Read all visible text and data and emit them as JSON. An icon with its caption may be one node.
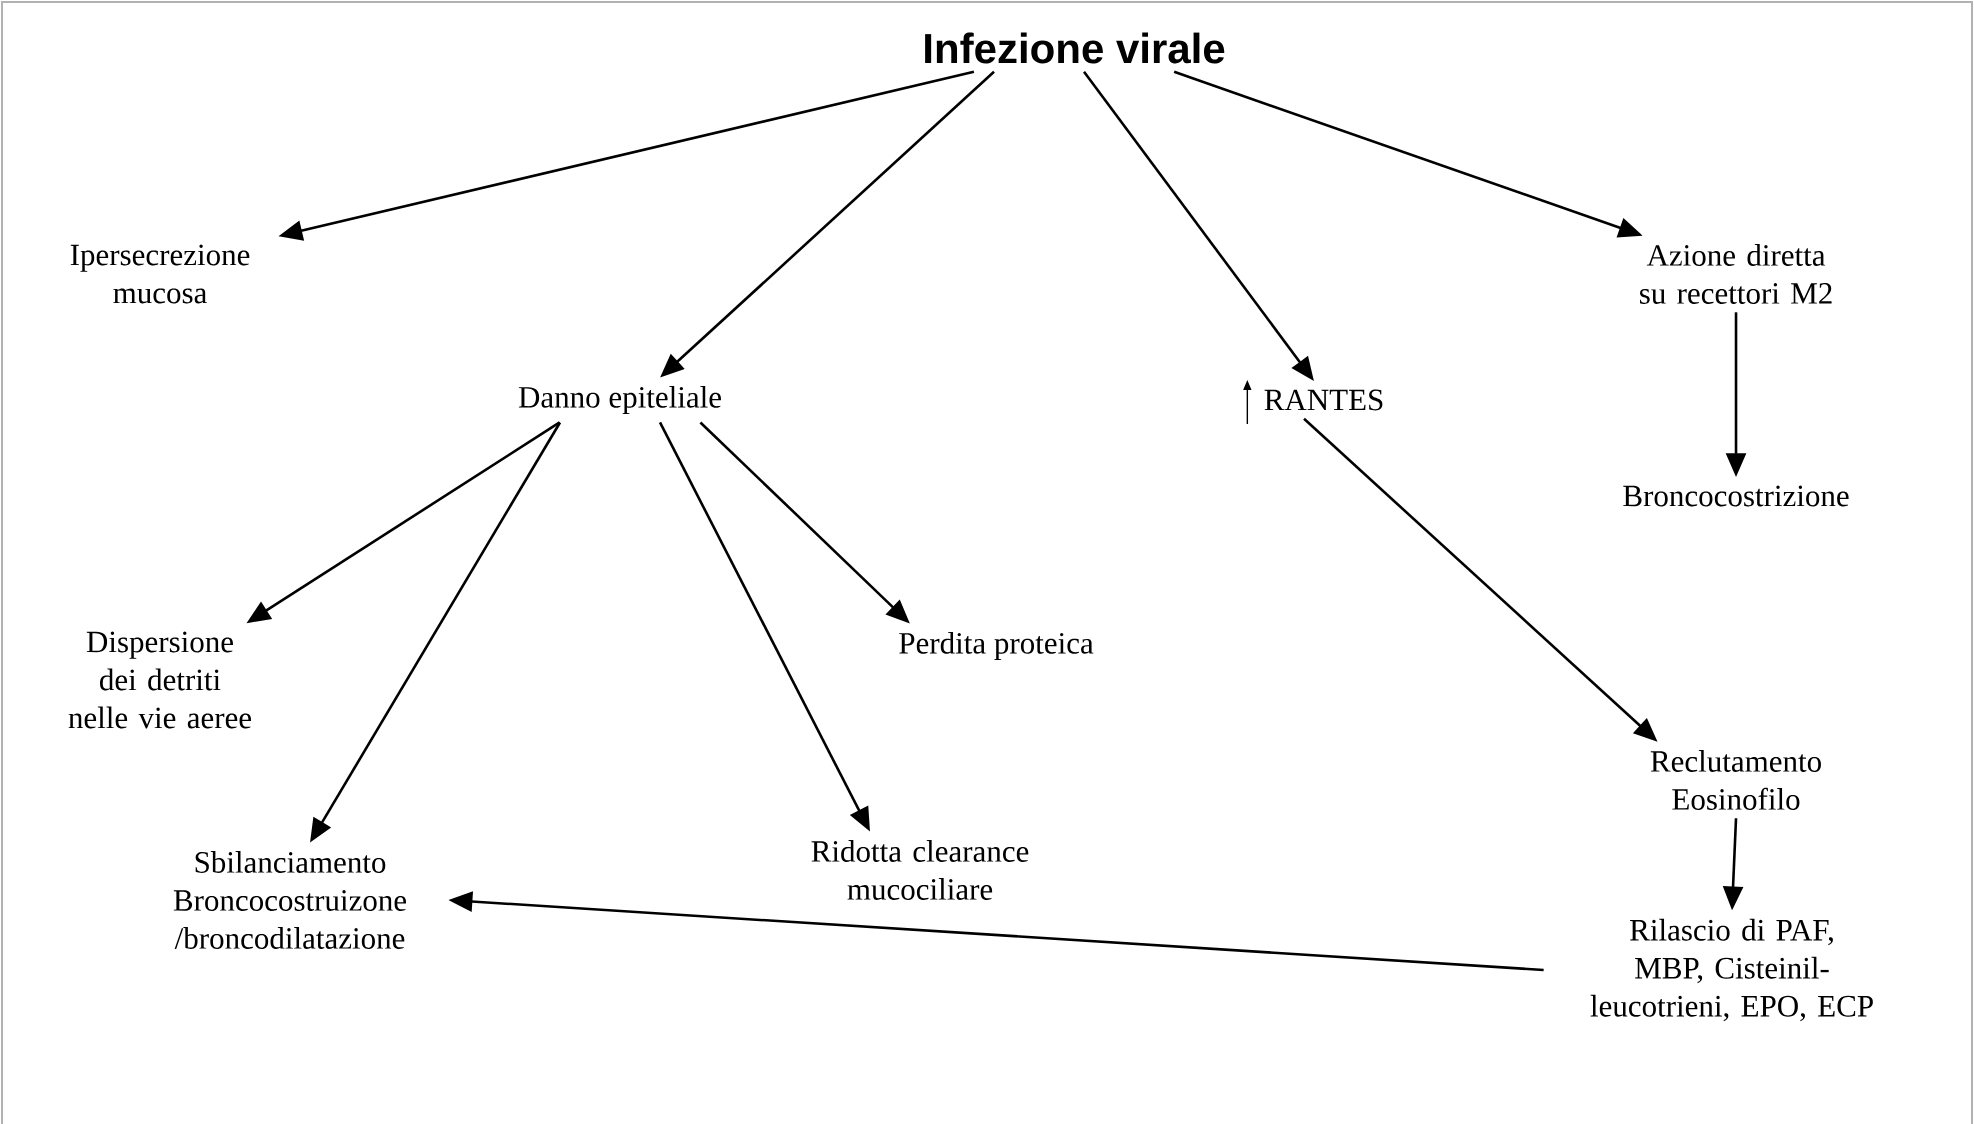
{
  "diagram": {
    "nodes": [
      {
        "text": [
          "Infezione virale"
        ]
      },
      {
        "text": [
          "Ipersecrezione mucosa"
        ]
      },
      {
        "text": [
          "Danno epiteliale"
        ]
      },
      {
        "text": [
          "RANTES"
        ]
      },
      {
        "text": [
          "Azione diretta su recettori M2"
        ]
      },
      {
        "text": [
          "Broncocostrizione"
        ]
      },
      {
        "text": [
          "Dispersione dei detriti nelle vie aeree"
        ]
      },
      {
        "text": [
          "Perdita proteica"
        ]
      },
      {
        "text": [
          "Reclutamento Eosinofilo"
        ]
      },
      {
        "text": [
          "Sbilanciamento Broncocostruizone /broncodilatazione"
        ]
      },
      {
        "text": [
          "Ridotta clearance mucociliare"
        ]
      },
      {
        "text": [
          "Rilascio di PAF, MBP, Cisteinil-leucotrieni, EPO, ECP"
        ]
      }
    ],
    "edges": [
      {
        "from": 0,
        "to": 1,
        "arrow": "to"
      },
      {
        "from": 0,
        "to": 2,
        "arrow": "to"
      },
      {
        "from": 0,
        "to": 3,
        "arrow": "to"
      },
      {
        "from": 0,
        "to": 4,
        "arrow": "to"
      },
      {
        "from": 4,
        "to": 5,
        "arrow": "to"
      },
      {
        "from": 2,
        "to": 6,
        "arrow": "to"
      },
      {
        "from": 2,
        "to": 9,
        "arrow": "to"
      },
      {
        "from": 2,
        "to": 10,
        "arrow": "to"
      },
      {
        "from": 2,
        "to": 7,
        "arrow": "to"
      },
      {
        "from": 3,
        "to": 8,
        "arrow": "to"
      },
      {
        "from": 8,
        "to": 11,
        "arrow": "to"
      },
      {
        "from": 11,
        "to": 9,
        "arrow": "to"
      }
    ]
  }
}
